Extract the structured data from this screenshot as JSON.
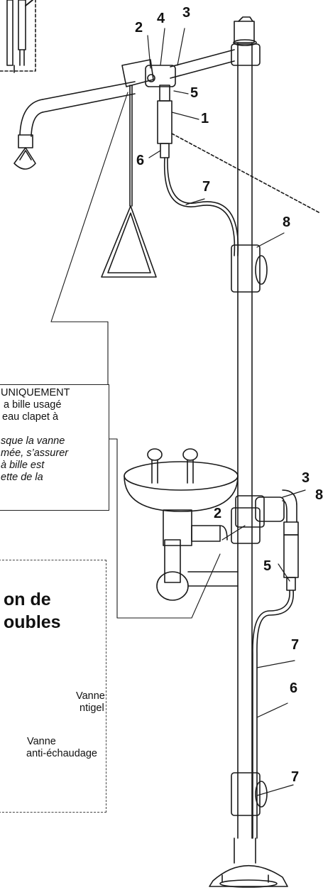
{
  "callouts": {
    "c1": "1",
    "c2_top": "2",
    "c3_top": "3",
    "c4": "4",
    "c5_top": "5",
    "c6_top": "6",
    "c7_top": "7",
    "c8_top": "8",
    "c2_mid": "2",
    "c3_mid": "3",
    "c8_mid": "8",
    "c5_mid": "5",
    "c7_mid": "7",
    "c6_bot": "6",
    "c7_bot": "7"
  },
  "note_box": {
    "line1": "UNIQUEMENT",
    "line2": "a bille usagé",
    "line3": "eau clapet à",
    "line4": "sque la vanne",
    "line5": "mée, s’assurer",
    "line6": "à bille est",
    "line7": "ette de la"
  },
  "troubleshoot_box": {
    "heading_line1": "on de",
    "heading_line2": "oubles",
    "label_antigel_1": "Vanne",
    "label_antigel_2": "ntigel",
    "label_anti_1": "Vanne",
    "label_anti_2": "anti-échaudage"
  },
  "colors": {
    "line": "#1a1a1a",
    "paper": "#ffffff"
  }
}
